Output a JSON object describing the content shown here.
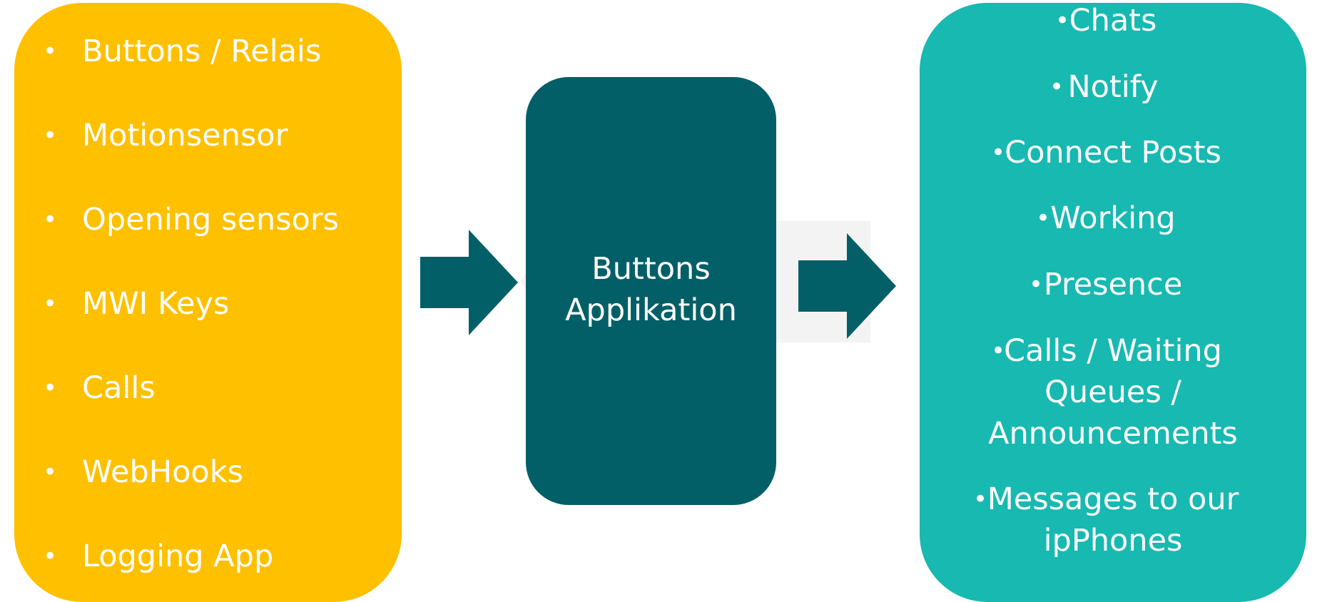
{
  "inputs": {
    "items": [
      "Buttons / Relais",
      "Motionsensor",
      "Opening sensors",
      "MWI Keys",
      "Calls",
      "WebHooks",
      "Logging App"
    ]
  },
  "app": {
    "title_line1": "Buttons",
    "title_line2": "Applikation"
  },
  "outputs": {
    "items": [
      "Chats",
      "Notify",
      "Connect Posts",
      "Working",
      "Presence",
      "Calls / Waiting Queues / Announcements",
      "Messages to our ipPhones"
    ],
    "lines": {
      "calls_1": "Calls / Waiting",
      "calls_2": "Queues /",
      "calls_3": "Announcements",
      "messages_1": "Messages to our",
      "messages_2": "ipPhones"
    }
  },
  "colors": {
    "input_box": "#ffc000",
    "app_box": "#025f67",
    "output_box": "#17b9b1",
    "arrow": "#025f67",
    "text": "#ffffff"
  }
}
